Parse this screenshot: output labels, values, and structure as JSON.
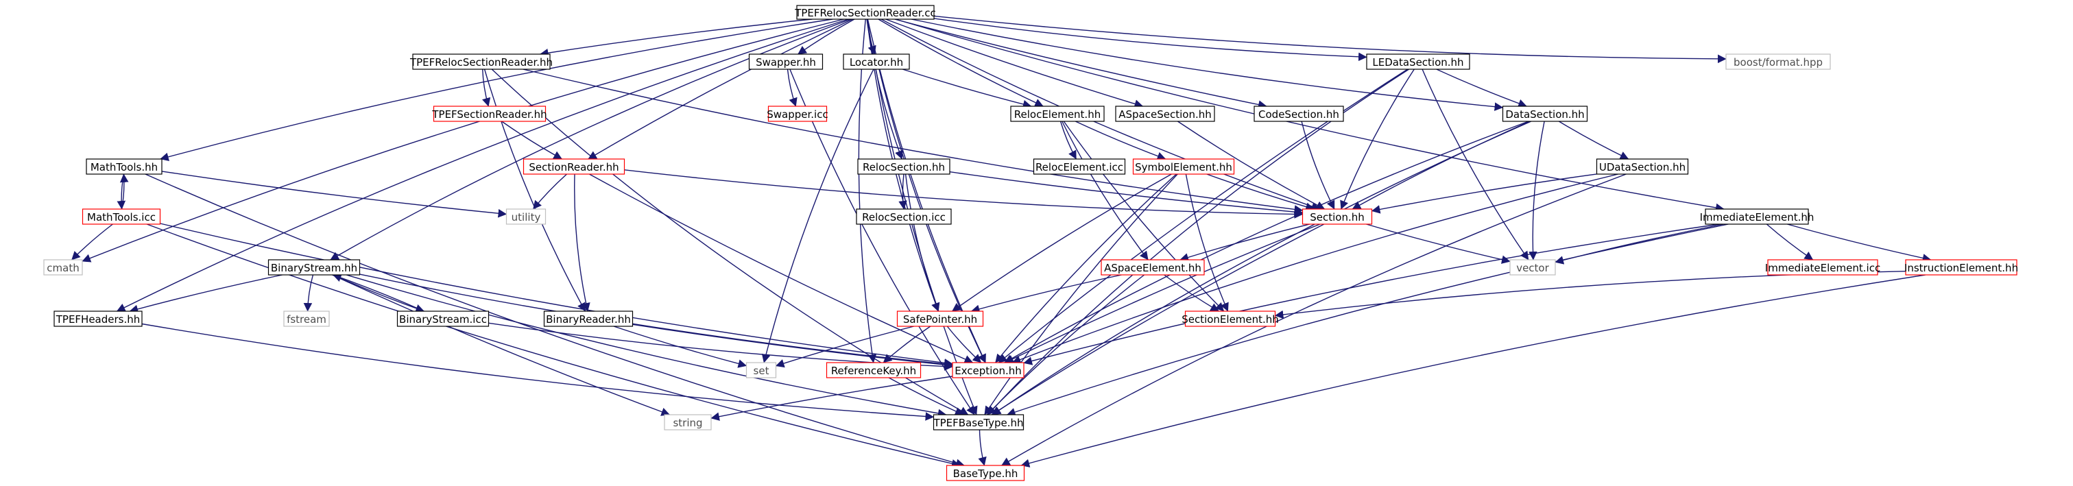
{
  "colors": {
    "black": "#000000",
    "red": "#ff0000",
    "grey": "#bfbfbf",
    "root_fill": "#bfbfbf",
    "edge": "#191970"
  },
  "nodes": [
    {
      "id": "root",
      "label": "TPEFRelocSectionReader.cc",
      "kind": "root"
    },
    {
      "id": "rrhh",
      "label": "TPEFRelocSectionReader.hh",
      "kind": "black"
    },
    {
      "id": "swaphh",
      "label": "Swapper.hh",
      "kind": "black"
    },
    {
      "id": "lochh",
      "label": "Locator.hh",
      "kind": "black"
    },
    {
      "id": "ledata",
      "label": "LEDataSection.hh",
      "kind": "black"
    },
    {
      "id": "boostfmt",
      "label": "boost/format.hpp",
      "kind": "grey"
    },
    {
      "id": "tpefsr",
      "label": "TPEFSectionReader.hh",
      "kind": "red"
    },
    {
      "id": "swapicc",
      "label": "Swapper.icc",
      "kind": "red"
    },
    {
      "id": "relocel",
      "label": "RelocElement.hh",
      "kind": "black"
    },
    {
      "id": "aspsec",
      "label": "ASpaceSection.hh",
      "kind": "black"
    },
    {
      "id": "codesec",
      "label": "CodeSection.hh",
      "kind": "black"
    },
    {
      "id": "datasec",
      "label": "DataSection.hh",
      "kind": "black"
    },
    {
      "id": "mathhh",
      "label": "MathTools.hh",
      "kind": "black"
    },
    {
      "id": "secreader",
      "label": "SectionReader.hh",
      "kind": "red"
    },
    {
      "id": "relocsec",
      "label": "RelocSection.hh",
      "kind": "black"
    },
    {
      "id": "relocelicc",
      "label": "RelocElement.icc",
      "kind": "black"
    },
    {
      "id": "symel",
      "label": "SymbolElement.hh",
      "kind": "red"
    },
    {
      "id": "udata",
      "label": "UDataSection.hh",
      "kind": "black"
    },
    {
      "id": "mathicc",
      "label": "MathTools.icc",
      "kind": "red"
    },
    {
      "id": "utility",
      "label": "utility",
      "kind": "grey"
    },
    {
      "id": "relocsecicc",
      "label": "RelocSection.icc",
      "kind": "black"
    },
    {
      "id": "sechh",
      "label": "Section.hh",
      "kind": "red"
    },
    {
      "id": "immel",
      "label": "ImmediateElement.hh",
      "kind": "black"
    },
    {
      "id": "cmath",
      "label": "cmath",
      "kind": "grey"
    },
    {
      "id": "binstream",
      "label": "BinaryStream.hh",
      "kind": "black"
    },
    {
      "id": "aspel",
      "label": "ASpaceElement.hh",
      "kind": "red"
    },
    {
      "id": "vector",
      "label": "vector",
      "kind": "grey"
    },
    {
      "id": "immelicc",
      "label": "ImmediateElement.icc",
      "kind": "red"
    },
    {
      "id": "instrel",
      "label": "InstructionElement.hh",
      "kind": "red"
    },
    {
      "id": "tpefhead",
      "label": "TPEFHeaders.hh",
      "kind": "black"
    },
    {
      "id": "fstream",
      "label": "fstream",
      "kind": "grey"
    },
    {
      "id": "binstreamicc",
      "label": "BinaryStream.icc",
      "kind": "black"
    },
    {
      "id": "binreader",
      "label": "BinaryReader.hh",
      "kind": "black"
    },
    {
      "id": "safeptr",
      "label": "SafePointer.hh",
      "kind": "red"
    },
    {
      "id": "secel",
      "label": "SectionElement.hh",
      "kind": "red"
    },
    {
      "id": "set",
      "label": "set",
      "kind": "grey"
    },
    {
      "id": "refkey",
      "label": "ReferenceKey.hh",
      "kind": "red"
    },
    {
      "id": "exc",
      "label": "Exception.hh",
      "kind": "red"
    },
    {
      "id": "string",
      "label": "string",
      "kind": "grey"
    },
    {
      "id": "basetype",
      "label": "TPEFBaseType.hh",
      "kind": "black"
    },
    {
      "id": "bt",
      "label": "BaseType.hh",
      "kind": "red"
    }
  ],
  "edges": [
    [
      "root",
      "rrhh"
    ],
    [
      "root",
      "swaphh"
    ],
    [
      "root",
      "lochh"
    ],
    [
      "root",
      "ledata"
    ],
    [
      "root",
      "boostfmt"
    ],
    [
      "root",
      "relocel"
    ],
    [
      "root",
      "aspsec"
    ],
    [
      "root",
      "codesec"
    ],
    [
      "root",
      "datasec"
    ],
    [
      "root",
      "mathhh"
    ],
    [
      "root",
      "secreader"
    ],
    [
      "root",
      "relocsec"
    ],
    [
      "root",
      "immel"
    ],
    [
      "root",
      "cmath"
    ],
    [
      "root",
      "binstream"
    ],
    [
      "root",
      "tpefhead"
    ],
    [
      "root",
      "safeptr"
    ],
    [
      "root",
      "refkey"
    ],
    [
      "root",
      "exc"
    ],
    [
      "root",
      "basetype"
    ],
    [
      "root",
      "sechh"
    ],
    [
      "rrhh",
      "tpefsr"
    ],
    [
      "rrhh",
      "binreader"
    ],
    [
      "rrhh",
      "sechh"
    ],
    [
      "rrhh",
      "basetype"
    ],
    [
      "tpefsr",
      "secreader"
    ],
    [
      "swaphh",
      "swapicc"
    ],
    [
      "swaphh",
      "basetype"
    ],
    [
      "lochh",
      "relocel"
    ],
    [
      "lochh",
      "set"
    ],
    [
      "lochh",
      "exc"
    ],
    [
      "relocel",
      "relocelicc"
    ],
    [
      "relocel",
      "symel"
    ],
    [
      "relocel",
      "aspel"
    ],
    [
      "relocel",
      "secel"
    ],
    [
      "aspsec",
      "sechh"
    ],
    [
      "codesec",
      "sechh"
    ],
    [
      "ledata",
      "datasec"
    ],
    [
      "ledata",
      "sechh"
    ],
    [
      "ledata",
      "vector"
    ],
    [
      "ledata",
      "exc"
    ],
    [
      "ledata",
      "basetype"
    ],
    [
      "datasec",
      "udata"
    ],
    [
      "datasec",
      "sechh"
    ],
    [
      "datasec",
      "vector"
    ],
    [
      "datasec",
      "exc"
    ],
    [
      "datasec",
      "basetype"
    ],
    [
      "udata",
      "sechh"
    ],
    [
      "udata",
      "exc"
    ],
    [
      "udata",
      "bt"
    ],
    [
      "mathhh",
      "mathicc"
    ],
    [
      "mathicc",
      "mathhh"
    ],
    [
      "mathhh",
      "utility"
    ],
    [
      "mathhh",
      "bt"
    ],
    [
      "mathicc",
      "cmath"
    ],
    [
      "mathicc",
      "exc"
    ],
    [
      "mathicc",
      "bt"
    ],
    [
      "secreader",
      "utility"
    ],
    [
      "secreader",
      "sechh"
    ],
    [
      "secreader",
      "binreader"
    ],
    [
      "secreader",
      "exc"
    ],
    [
      "relocsec",
      "relocsecicc"
    ],
    [
      "relocsec",
      "sechh"
    ],
    [
      "relocsec",
      "safeptr"
    ],
    [
      "symel",
      "sechh"
    ],
    [
      "symel",
      "safeptr"
    ],
    [
      "symel",
      "secel"
    ],
    [
      "symel",
      "exc"
    ],
    [
      "symel",
      "basetype"
    ],
    [
      "sechh",
      "aspel"
    ],
    [
      "sechh",
      "vector"
    ],
    [
      "sechh",
      "exc"
    ],
    [
      "sechh",
      "basetype"
    ],
    [
      "immel",
      "vector"
    ],
    [
      "immel",
      "immelicc"
    ],
    [
      "immel",
      "instrel"
    ],
    [
      "immel",
      "exc"
    ],
    [
      "immel",
      "basetype"
    ],
    [
      "instrel",
      "secel"
    ],
    [
      "instrel",
      "bt"
    ],
    [
      "aspel",
      "safeptr"
    ],
    [
      "aspel",
      "secel"
    ],
    [
      "aspel",
      "basetype"
    ],
    [
      "binstream",
      "tpefhead"
    ],
    [
      "binstream",
      "fstream"
    ],
    [
      "binstream",
      "binstreamicc"
    ],
    [
      "binstreamicc",
      "binstream"
    ],
    [
      "binstream",
      "exc"
    ],
    [
      "binstream",
      "string"
    ],
    [
      "binstream",
      "basetype"
    ],
    [
      "binstreamicc",
      "exc"
    ],
    [
      "tpefhead",
      "basetype"
    ],
    [
      "binreader",
      "set"
    ],
    [
      "binreader",
      "exc"
    ],
    [
      "safeptr",
      "set"
    ],
    [
      "safeptr",
      "refkey"
    ],
    [
      "safeptr",
      "exc"
    ],
    [
      "refkey",
      "basetype"
    ],
    [
      "exc",
      "string"
    ],
    [
      "basetype",
      "bt"
    ]
  ]
}
